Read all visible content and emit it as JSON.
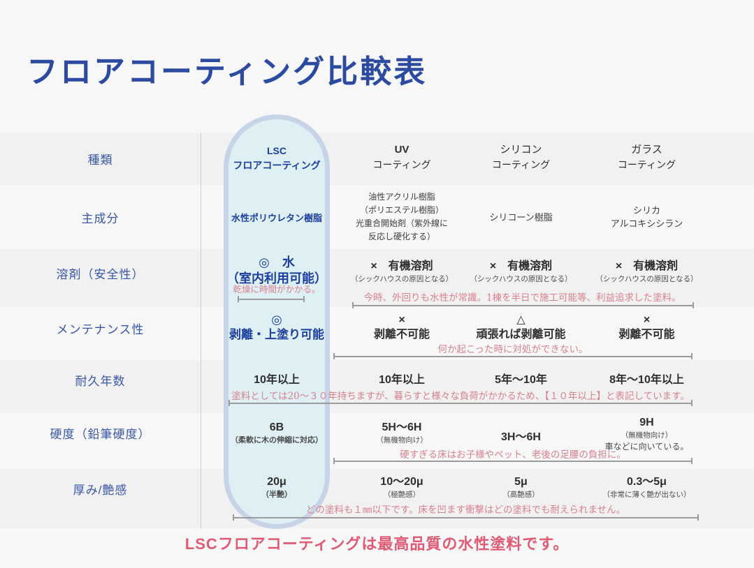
{
  "title": "フロアコーティング比較表",
  "colors": {
    "accent_blue": "#2b4aa0",
    "lsc_blue": "#1c3f9e",
    "pill_fill": "#dff0f4",
    "pill_border": "#c7d4e8",
    "note_pink": "#d8818f",
    "footer_pink": "#e05a74"
  },
  "table": {
    "row_labels": [
      "種類",
      "主成分",
      "溶剤（安全性）",
      "メンテナンス性",
      "耐久年数",
      "硬度（鉛筆硬度）",
      "厚み/艶感"
    ],
    "headers": {
      "lsc": [
        "LSC",
        "フロアコーティング"
      ],
      "uv": [
        "UV",
        "コーティング"
      ],
      "si": [
        "シリコン",
        "コーティング"
      ],
      "gl": [
        "ガラス",
        "コーティング"
      ]
    },
    "main_component": {
      "lsc": "水性ポリウレタン樹脂",
      "uv": [
        "油性アクリル樹脂",
        "（ポリエステル樹脂）",
        "光重合開始剤（紫外線に",
        "反応し硬化する）"
      ],
      "si": "シリコーン樹脂",
      "gl": [
        "シリカ",
        "アルコキシシラン"
      ]
    },
    "solvent": {
      "lsc": [
        "◎　水",
        "（室内利用可能）"
      ],
      "lsc_note": "乾燥に時間がかかる。",
      "uv": [
        "×　有機溶剤",
        "（シックハウスの原因となる）"
      ],
      "si": [
        "×　有機溶剤",
        "（シックハウスの原因となる）"
      ],
      "gl": [
        "×　有機溶剤",
        "（シックハウスの原因となる）"
      ],
      "span_note": "今時、外回りも水性が常識。1棟を半日で施工可能等、利益追求した塗料。"
    },
    "maintenance": {
      "lsc": [
        "◎",
        "剥離・上塗り可能"
      ],
      "uv": [
        "×",
        "剥離不可能"
      ],
      "si": [
        "△",
        "頑張れば剥離可能"
      ],
      "gl": [
        "×",
        "剥離不可能"
      ],
      "span_note": "何か起こった時に対処ができない。"
    },
    "durability": {
      "lsc": "10年以上",
      "uv": "10年以上",
      "si": "5年～10年",
      "gl": "8年～10年以上",
      "span_note": "塗料としては20～３０年持ちますが、暮らすと様々な負荷がかかるため、【１０年以上】と表記しています。"
    },
    "hardness": {
      "lsc": [
        "6B",
        "（柔軟に木の伸縮に対応）"
      ],
      "uv": [
        "5H～6H",
        "（無機物向け）"
      ],
      "si": "3H～6H",
      "gl": [
        "9H",
        "（無機物向け）",
        "車などに向いている。"
      ],
      "span_note": "硬すぎる床はお子様やペット、老後の足腰の負担に。"
    },
    "thickness": {
      "lsc": [
        "20μ",
        "（半艶）"
      ],
      "uv": [
        "10～20μ",
        "（極艶感）"
      ],
      "si": [
        "5μ",
        "（高艶感）"
      ],
      "gl": [
        "0.3～5μ",
        "（非常に薄く艶が出ない）"
      ],
      "span_note": "どの塗料も１㎜以下です。床を凹ます衝撃はどの塗料でも耐えられません。"
    }
  },
  "footer": "LSCフロアコーティングは最高品質の水性塗料です。"
}
